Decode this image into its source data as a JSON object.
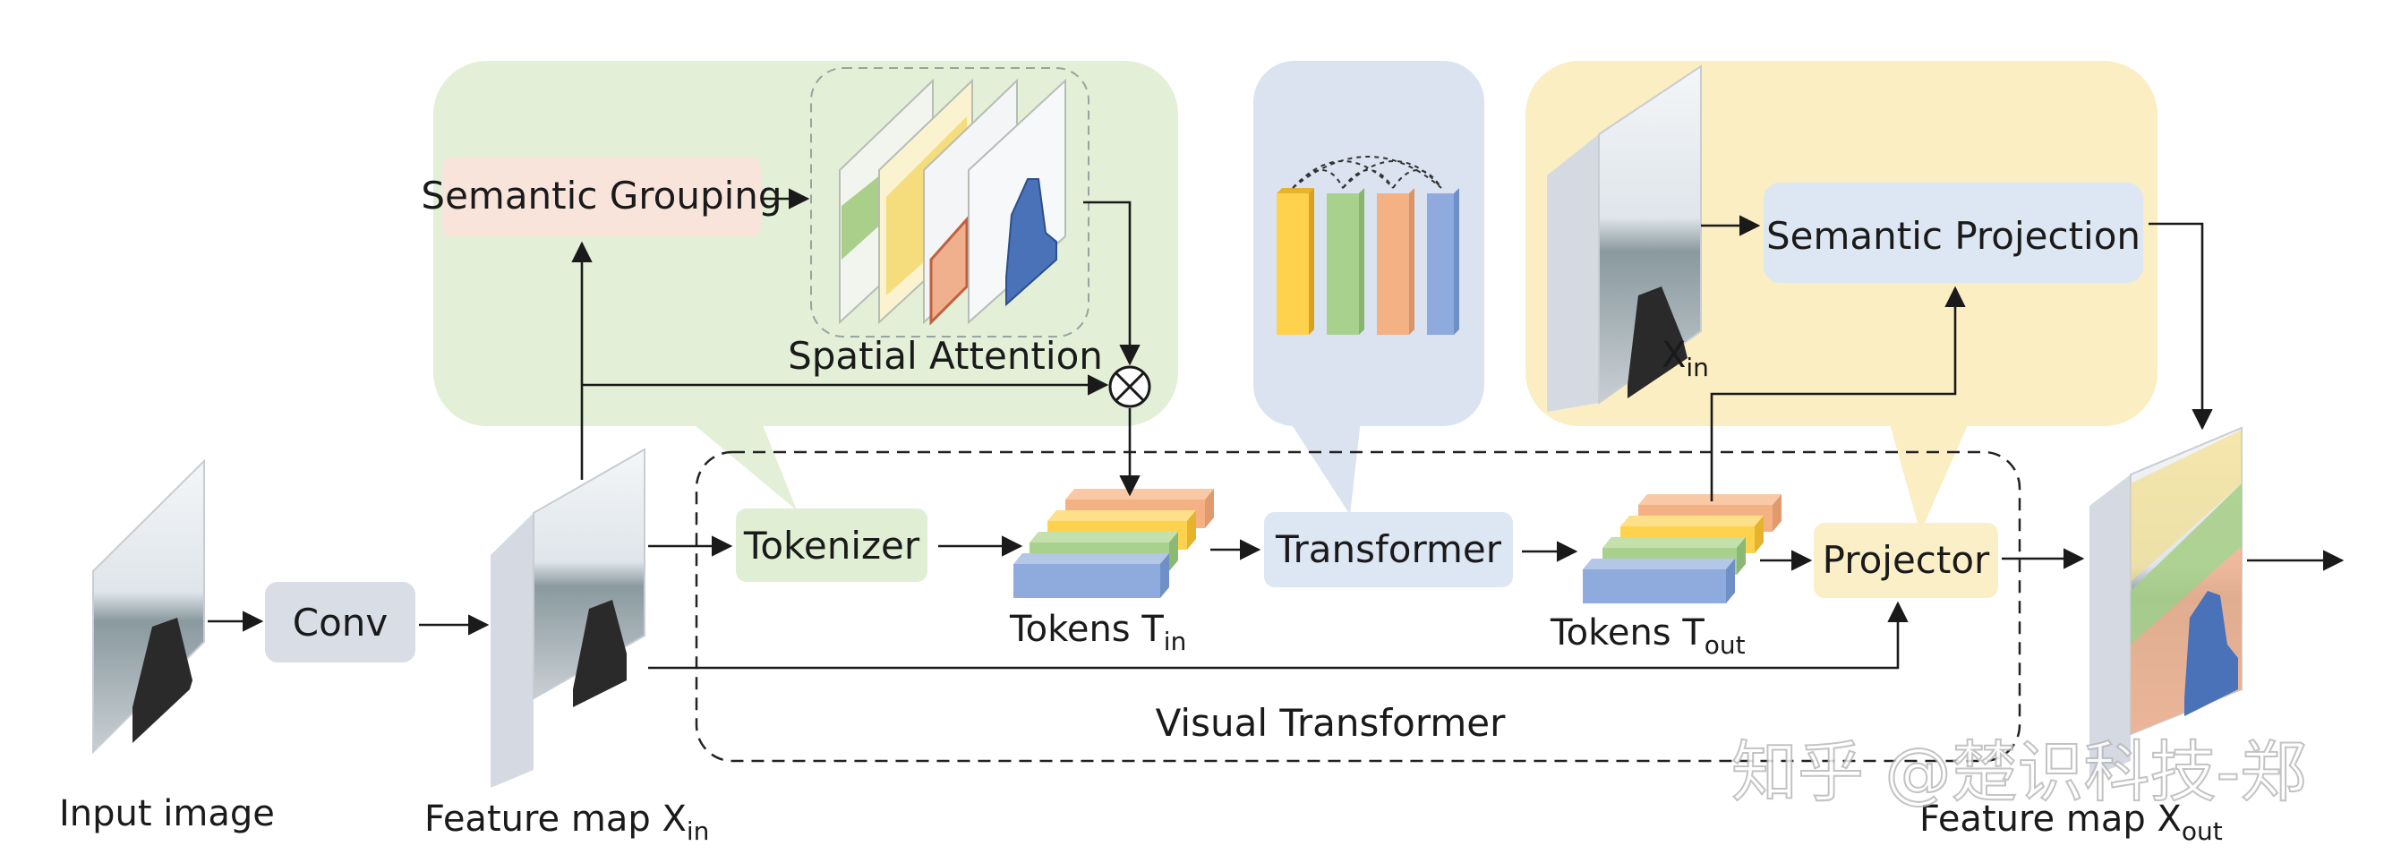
{
  "nodes": {
    "semantic_grouping": "Semantic Grouping",
    "spatial_attention": "Spatial Attention",
    "conv": "Conv",
    "tokenizer": "Tokenizer",
    "transformer": "Transformer",
    "semantic_projection": "Semantic Projection",
    "projector": "Projector",
    "visual_transformer": "Visual Transformer"
  },
  "captions": {
    "input_image": "Input image",
    "feature_in": {
      "main": "Feature map X",
      "sub": "in"
    },
    "feature_out": {
      "main": "Feature map X",
      "sub": "out"
    },
    "tokens_in": {
      "main": "Tokens T",
      "sub": "in"
    },
    "tokens_out": {
      "main": "Tokens T",
      "sub": "out"
    },
    "x_in": {
      "main": "X",
      "sub": "in"
    }
  },
  "watermark": "知乎 @楚识科技-郑",
  "colors": {
    "green_panel": "#e3efd6",
    "blue_panel": "#dbe3f0",
    "yellow_panel": "#fbeec2",
    "semantic_grouping_fill": "#f9e4dc",
    "conv_fill": "#d9dde6",
    "tokenizer_fill": "#e0eed4",
    "transformer_fill": "#dde6f3",
    "semantic_projection_fill": "#dde6f3",
    "projector_fill": "#fbefc8",
    "token_orange": "#f4b183",
    "token_yellow": "#ffd24d",
    "token_green": "#a9d18e",
    "token_blue": "#8faadc"
  }
}
